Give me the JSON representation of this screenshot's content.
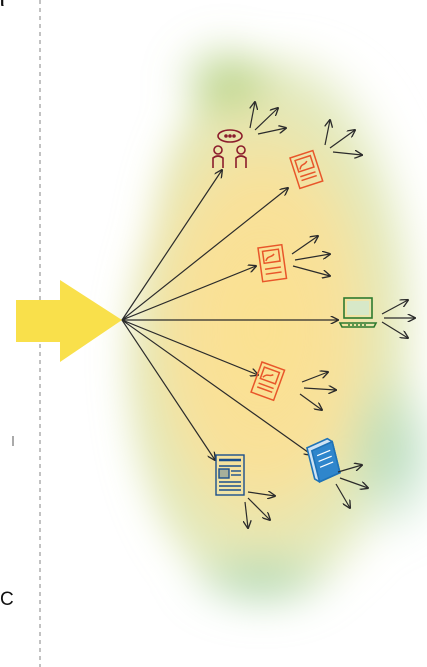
{
  "page": {
    "top_left_fragment": "ι",
    "bottom_left_fragment": "C"
  },
  "diagram": {
    "divider_color": "#9a9a9a",
    "source_arrow_color": "#f9e04b",
    "glow_colors": [
      "#f7d774",
      "#c8d77d",
      "#a9d3a5"
    ],
    "line_color": "#2b2b2b",
    "nodes": [
      {
        "id": "meeting",
        "icon": "people-meeting-icon",
        "color": "#8b1d2c"
      },
      {
        "id": "flyer-1",
        "icon": "flyer-icon",
        "color": "#e8562a"
      },
      {
        "id": "flyer-2",
        "icon": "flyer-icon",
        "color": "#e8562a"
      },
      {
        "id": "laptop",
        "icon": "laptop-icon",
        "color": "#2d7a2f"
      },
      {
        "id": "flyer-3",
        "icon": "flyer-icon",
        "color": "#e8562a"
      },
      {
        "id": "book",
        "icon": "book-icon",
        "color": "#1f73b7"
      },
      {
        "id": "newspaper",
        "icon": "newspaper-icon",
        "color": "#1b4f8c"
      }
    ]
  }
}
